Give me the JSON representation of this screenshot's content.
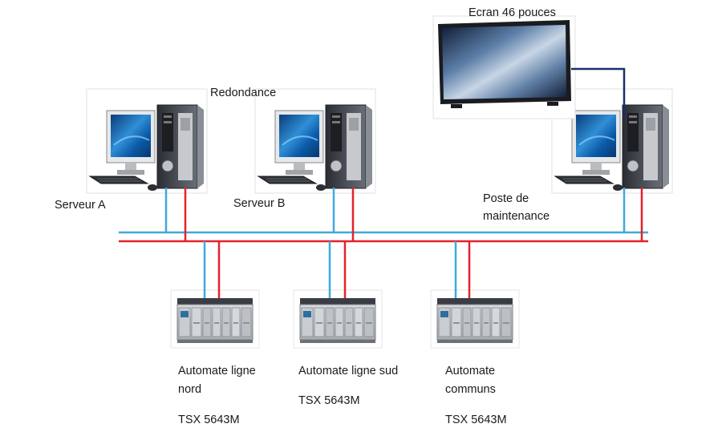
{
  "labels": {
    "redondance": "Redondance",
    "ecran": "Ecran 46 pouces",
    "serveur_a": "Serveur A",
    "serveur_b": "Serveur B",
    "poste_line1": "Poste de",
    "poste_line2": "maintenance"
  },
  "automates": [
    {
      "name_line1": "Automate ligne",
      "name_line2": "nord",
      "model": "TSX 5643M"
    },
    {
      "name_line1": "Automate ligne sud",
      "name_line2": "",
      "model": "TSX 5643M"
    },
    {
      "name_line1": "Automate",
      "name_line2": "communs",
      "model": "TSX 5643M"
    }
  ],
  "colors": {
    "network_blue": "#3fa9dd",
    "network_red": "#e2232a",
    "display_link": "#1d2e6b"
  }
}
